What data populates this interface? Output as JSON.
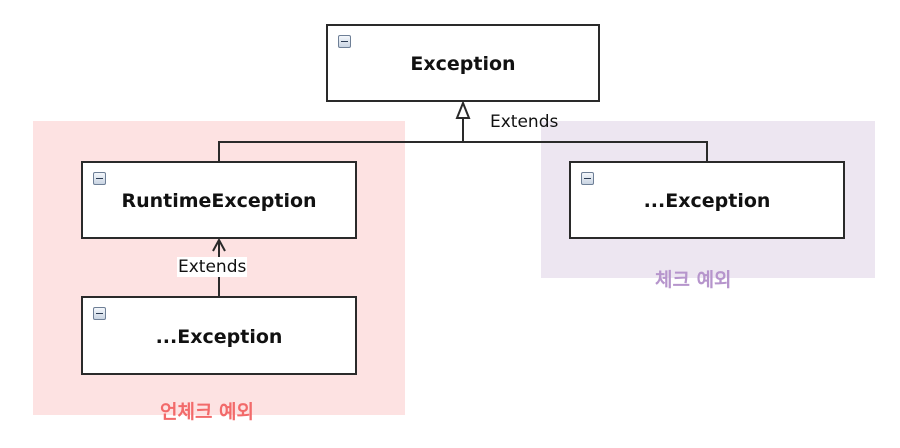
{
  "nodes": {
    "exception": {
      "title": "Exception"
    },
    "runtime_exception": {
      "title": "RuntimeException"
    },
    "checked_exception": {
      "title": "...Exception"
    },
    "unchecked_exception": {
      "title": "...Exception"
    }
  },
  "edges": {
    "top_label": "Extends",
    "mid_label": "Extends"
  },
  "regions": {
    "unchecked": {
      "label": "언체크 예외",
      "color": "#fde2e2",
      "label_color": "#f26a6a"
    },
    "checked": {
      "label": "체크 예외",
      "color": "#ede6f1",
      "label_color": "#b695cc"
    }
  },
  "icons": {
    "collapse": "collapse-icon"
  }
}
